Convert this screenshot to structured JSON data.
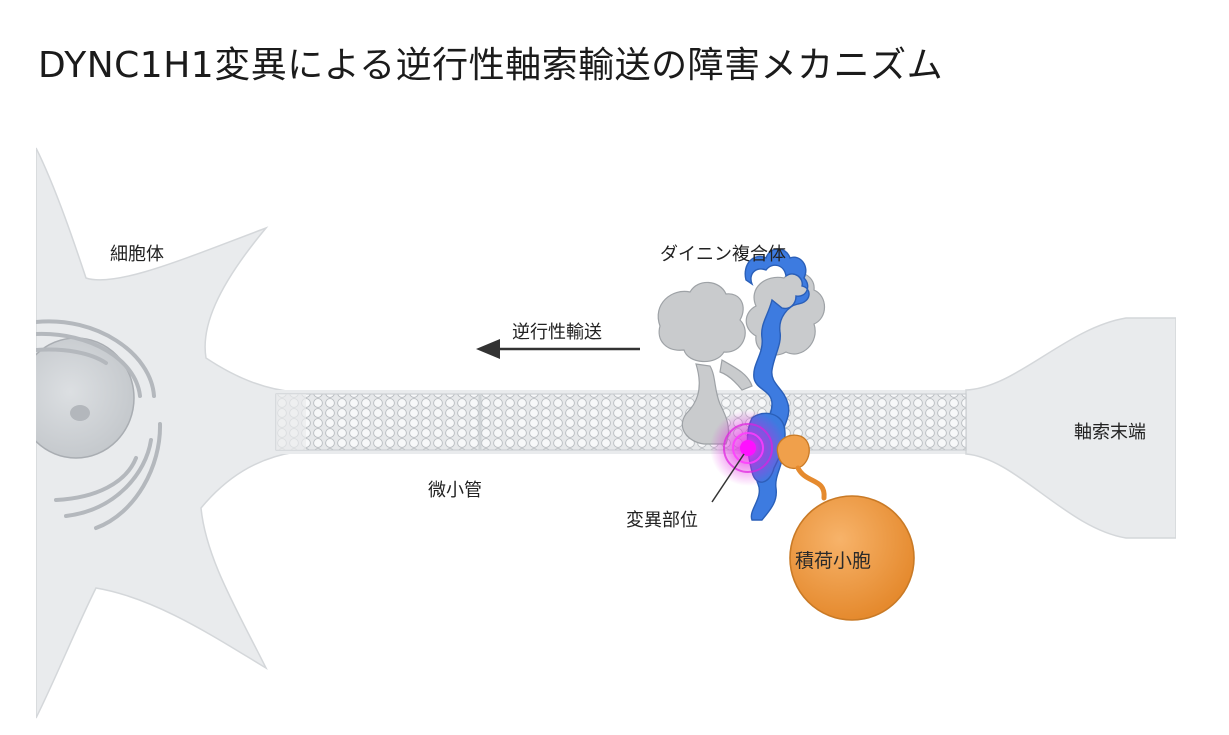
{
  "title": "DYNC1H1変異による逆行性軸索輸送の障害メカニズム",
  "labels": {
    "cell_body": "細胞体",
    "dynein_complex": "ダイニン複合体",
    "retrograde_transport": "逆行性輸送",
    "axon_terminal": "軸索末端",
    "microtubule": "微小管",
    "mutation_site": "変異部位",
    "cargo_vesicle": "積荷小胞"
  },
  "colors": {
    "neuron": "#e9ebed",
    "nucleus": "#d2d5d8",
    "dynein_heavy_chain": "#3d7be0",
    "dynein_subunits": "#c9cbcd",
    "mutation": "#e020e0",
    "cargo": "#f0a04b"
  }
}
